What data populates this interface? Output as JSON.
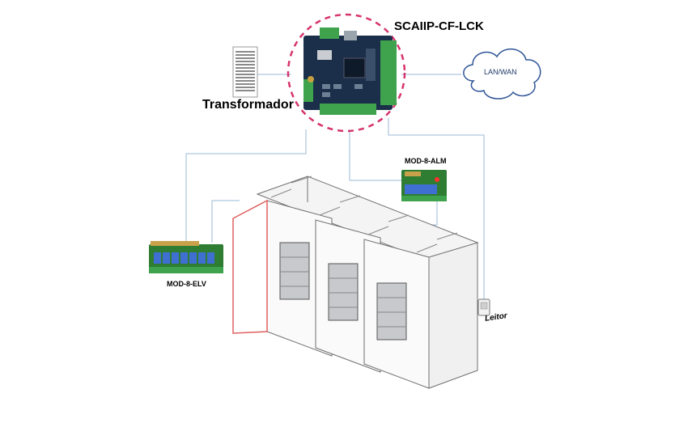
{
  "labels": {
    "controller": "SCAIIP-CF-LCK",
    "transformer": "Transformador",
    "alarm_module": "MOD-8-ALM",
    "elv_module": "MOD-8-ELV",
    "reader": "Leitor",
    "network": "LAN/WAN"
  },
  "colors": {
    "connection_line": "#9bbad6",
    "highlight_circle": "#d6336c",
    "cloud_outline": "#2f5597",
    "pcb_dark": "#1b2f4a",
    "pcb_green": "#2e7d32",
    "terminal_green": "#3fa34d",
    "relay_blue": "#3f6fd1",
    "rack_frame": "#6f6f6f",
    "rack_accent": "#e06060"
  }
}
